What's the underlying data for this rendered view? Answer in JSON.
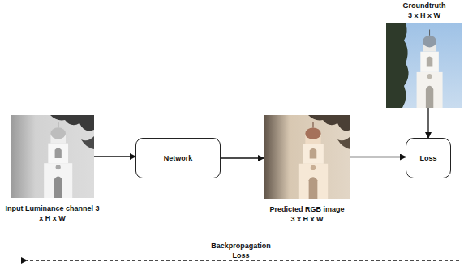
{
  "diagram": {
    "nodes": [
      {
        "text": [
          "Input Luminance channel 3 x H x W"
        ]
      },
      {
        "text": [
          "Network"
        ]
      },
      {
        "text": [
          "Predicted RGB image 3 x H x W"
        ]
      },
      {
        "text": [
          "Groundtruth 3 x H x W"
        ]
      },
      {
        "text": [
          "Loss"
        ]
      }
    ],
    "edges": [
      {
        "from": 0,
        "to": 1,
        "arrow": "to"
      },
      {
        "from": 1,
        "to": 2,
        "arrow": "to"
      },
      {
        "from": 2,
        "to": 4,
        "arrow": "to"
      },
      {
        "from": 3,
        "to": 4,
        "arrow": "to"
      }
    ],
    "labels": [
      "Backpropagation Loss"
    ]
  }
}
